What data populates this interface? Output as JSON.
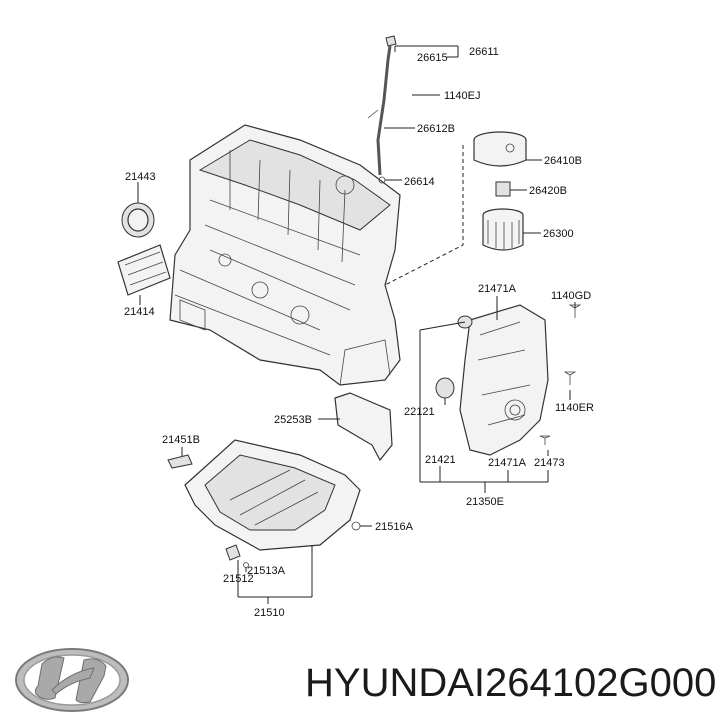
{
  "parts": {
    "p26611": "26611",
    "p26615": "26615",
    "p1140EJ": "1140EJ",
    "p26612B": "26612B",
    "p26614": "26614",
    "p26410B": "26410B",
    "p26420B": "26420B",
    "p26300": "26300",
    "p21443": "21443",
    "p21414": "21414",
    "p21471A_top": "21471A",
    "p1140GD": "1140GD",
    "p22121": "22121",
    "p1140ER": "1140ER",
    "p25253B": "25253B",
    "p21421": "21421",
    "p21471A_bottom": "21471A",
    "p21473": "21473",
    "p21350E": "21350E",
    "p21451B": "21451B",
    "p21516A": "21516A",
    "p21513A": "21513A",
    "p21512": "21512",
    "p21510": "21510"
  },
  "brand": {
    "name": "HYUNDAI",
    "part_number": "264102G000",
    "logo_icon": "hyundai-logo-icon"
  }
}
